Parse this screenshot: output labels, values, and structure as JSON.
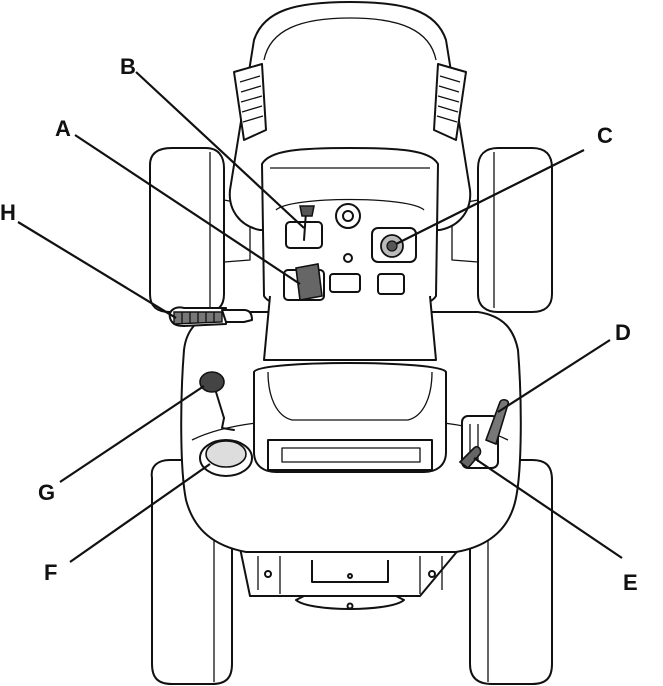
{
  "callouts": {
    "A": "A",
    "B": "B",
    "C": "C",
    "D": "D",
    "E": "E",
    "F": "F",
    "G": "G",
    "H": "H"
  },
  "colors": {
    "line": "#111111",
    "background": "#ffffff",
    "dark_control": "#555555",
    "grip": "#777777"
  }
}
